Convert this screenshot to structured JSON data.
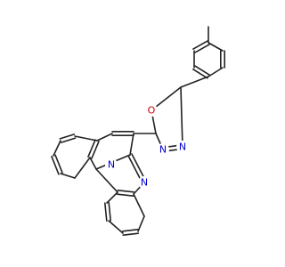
{
  "diagram": {
    "type": "chemical-structure",
    "background": "#ffffff",
    "bond_color": "#222222",
    "atom_labels": [
      {
        "id": "O1",
        "text": "O",
        "color": "#cc0000"
      },
      {
        "id": "N1",
        "text": "N",
        "color": "#0000cc"
      },
      {
        "id": "N2",
        "text": "N",
        "color": "#0000cc"
      },
      {
        "id": "N3",
        "text": "N",
        "color": "#0000cc"
      },
      {
        "id": "N4",
        "text": "N",
        "color": "#0000cc"
      }
    ]
  }
}
